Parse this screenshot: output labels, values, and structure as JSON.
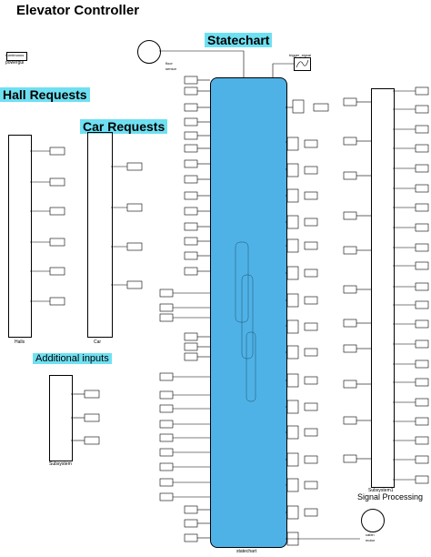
{
  "title": "Elevator Controller",
  "sections": {
    "statechart": "Statechart",
    "hall_requests": "Hall Requests",
    "car_requests": "Car Requests",
    "additional_inputs": "Additional inputs",
    "signal_processing": "Signal Processing"
  },
  "blocks": {
    "continuous": "Continuous",
    "powergui": "powergui",
    "floor_sensor": "floor\nsensor",
    "trigger_signal": "trigger_signal",
    "halls": "Halls",
    "car": "Car",
    "subsystem": "Subsystem",
    "subsystem1": "Subsystem1",
    "statechart_block": "statechart",
    "cabin_motor": "cabin\nmotor"
  },
  "colors": {
    "statechart_fill": "#4fb2e6",
    "section_highlight": "#6fe0f2"
  }
}
